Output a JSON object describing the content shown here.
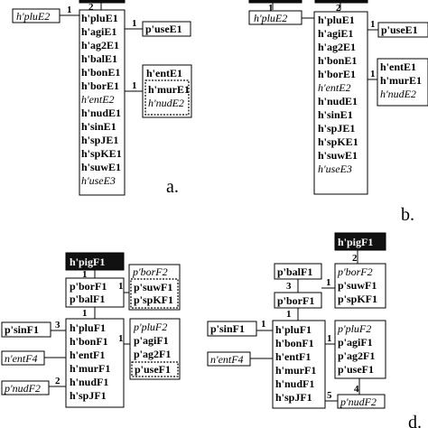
{
  "panel_a": {
    "left_box": "h'pluE2",
    "num_left": "1",
    "num_top": "2",
    "main": [
      "h'pluE1",
      "h'agiE1",
      "h'ag2E1",
      "h'balE1",
      "h'bonE1",
      "h'borE1",
      "h'entE2",
      "h'nudE1",
      "h'sinE1",
      "h'spJE1",
      "h'spKE1",
      "h'suwE1",
      "h'useE3"
    ],
    "num_use": "1",
    "use_box": "p'useE1",
    "num_ent": "1",
    "ent_head": "h'entE1",
    "ent_inner": [
      "h'murE1",
      "h'nudE2"
    ],
    "label": "a."
  },
  "panel_b": {
    "left_box": "h'pluE2",
    "num_left": "1",
    "num_top": "2",
    "main": [
      "h'pluE1",
      "h'agiE1",
      "h'ag2E1",
      "h'bonE1",
      "h'borE1",
      "h'entE2",
      "h'nudE1",
      "h'sinE1",
      "h'spJE1",
      "h'spKE1",
      "h'suwE1",
      "h'useE3"
    ],
    "num_use": "1",
    "use_box": "p'useE1",
    "num_ent": "1",
    "ent_box": [
      "h'entE1",
      "h'murE1",
      "h'nudE2"
    ],
    "label": "b."
  },
  "panel_c": {
    "header": "h'pigF1",
    "num_top": "1",
    "upper": [
      "p'borF1",
      "p'balF1"
    ],
    "num_upper_right": "1",
    "upper_right_head": "p'borF2",
    "upper_right_inner": [
      "p'suwF1",
      "p'spKF1"
    ],
    "num_mid": "1",
    "main": [
      "h'pluF1",
      "h'bonF1",
      "h'entF1",
      "h'murF1",
      "h'nudF1",
      "h'spJF1"
    ],
    "num_sin": "3",
    "sin_box": "p'sinF1",
    "ent_box": "n'entF4",
    "num_nud": "2",
    "nud_box": "p'nudF2",
    "num_right": "1",
    "right_box": [
      "p'pluF2",
      "p'agiF1",
      "p'ag2F1"
    ],
    "right_inner": "p'useF1"
  },
  "panel_d": {
    "header": "h'pigF1",
    "num_header": "2",
    "bal_box": "p'balF1",
    "num_bal": "3",
    "bor_box": "p'borF1",
    "num_bor": "1",
    "right_top": [
      "p'borF2",
      "p'suwF1",
      "p'spKF1"
    ],
    "num_mid": "1",
    "main": [
      "h'pluF1",
      "h'bonF1",
      "h'entF1",
      "h'murF1",
      "h'nudF1",
      "h'spJF1"
    ],
    "num_sin": "1",
    "sin_box": "p'sinF1",
    "ent_box": "n'entF4",
    "num_right": "1",
    "right_box": [
      "p'pluF2",
      "p'agiF1",
      "p'ag2F1",
      "p'useF1"
    ],
    "num_4": "4",
    "nud_box": "p'nudF2",
    "num_5": "5",
    "label": "d."
  }
}
